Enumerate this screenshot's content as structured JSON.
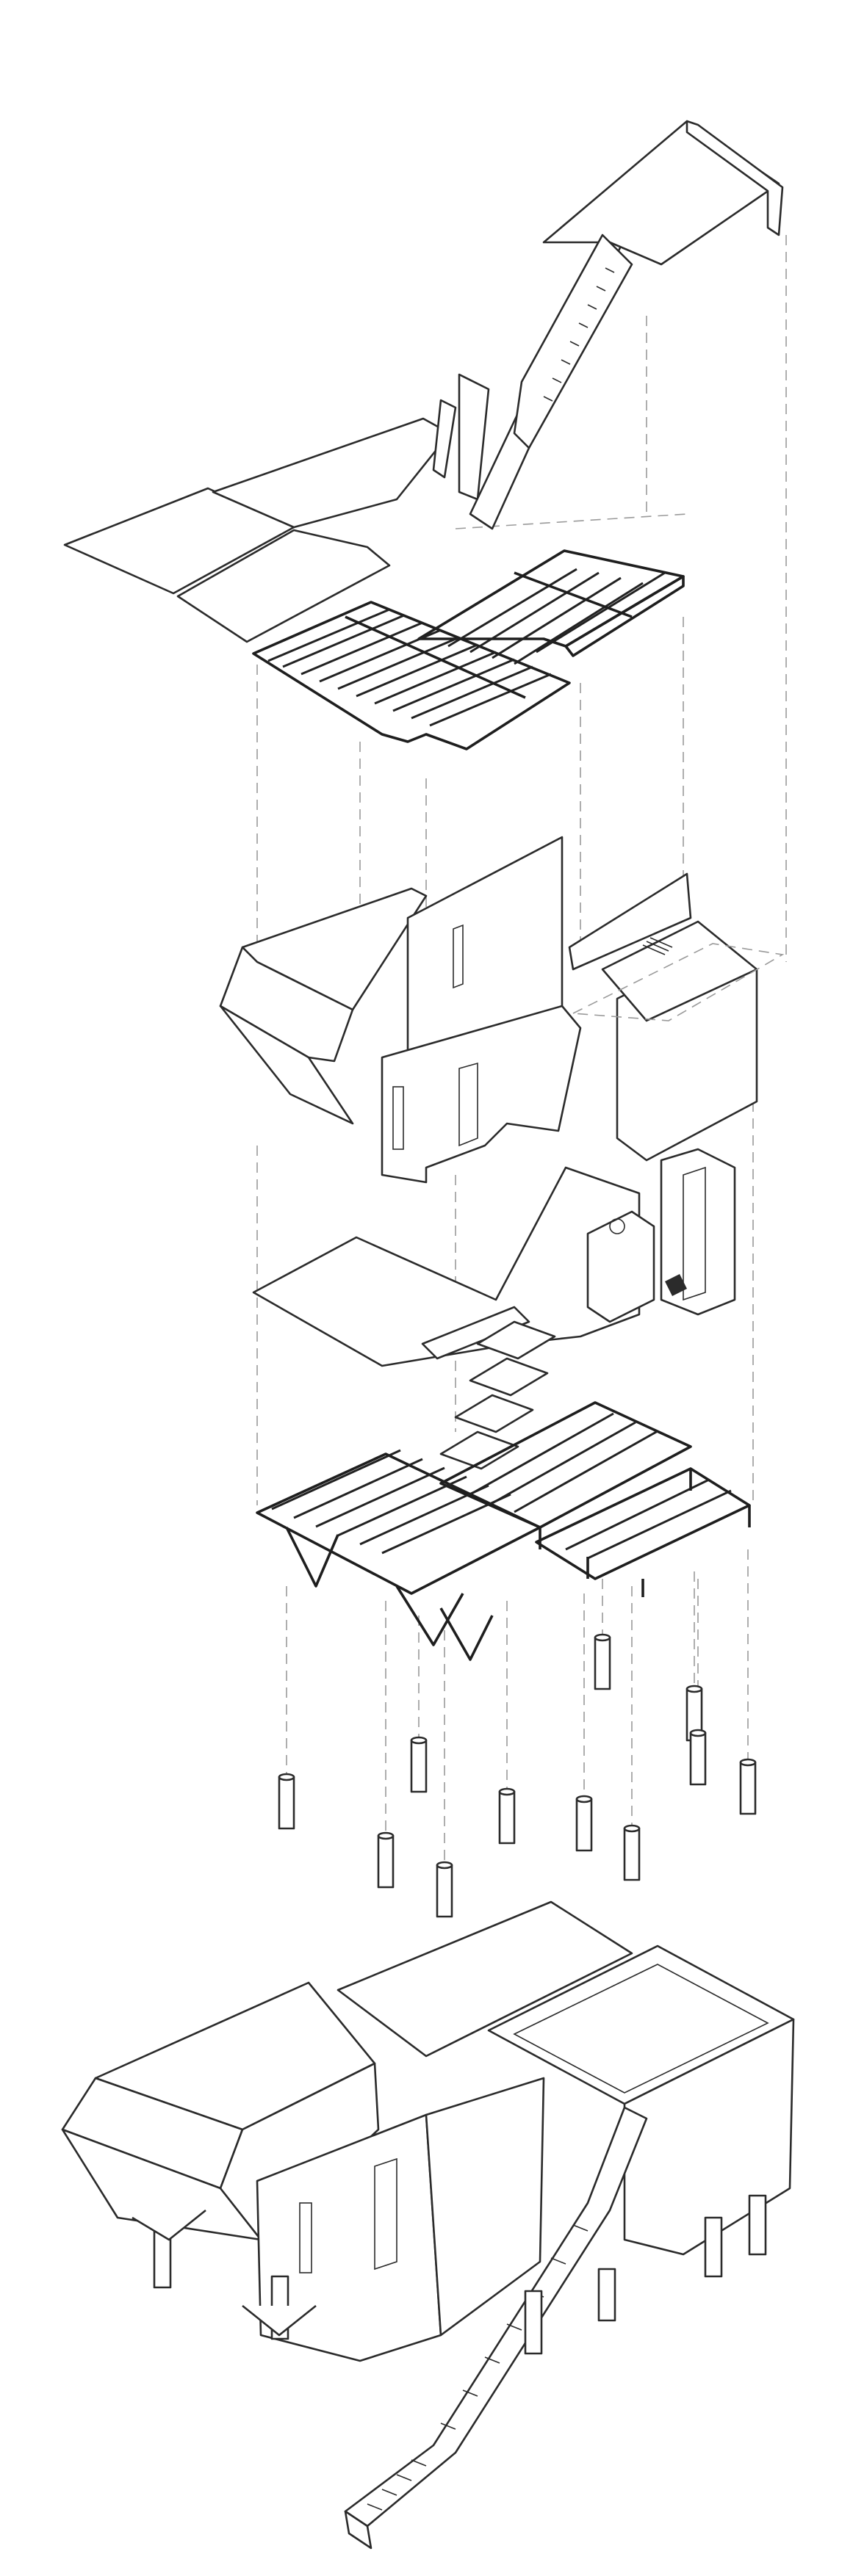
{
  "diagram": {
    "kind": "exploded-axonometric",
    "stroke_color": "#2b2b2b",
    "guide_color": "#9a9a9a",
    "background": "#ffffff",
    "layers": [
      {
        "id": "roof-and-exterior-stair"
      },
      {
        "id": "roof-joist-framing"
      },
      {
        "id": "walls-and-enclosure"
      },
      {
        "id": "interior-floor-and-fixtures"
      },
      {
        "id": "floor-frame-and-supports"
      },
      {
        "id": "pile-foundations"
      },
      {
        "id": "assembled-building"
      }
    ],
    "pile_count": 12
  }
}
